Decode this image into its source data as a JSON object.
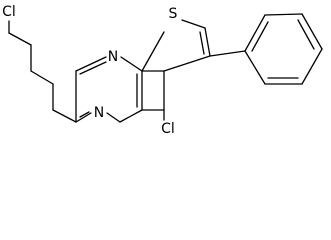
{
  "molecule": {
    "atoms": {
      "cl_top": "Cl",
      "sulfur": "S",
      "n_ring_1": "N",
      "n_ring_2": "N",
      "cl_bottom": "Cl"
    },
    "line_color": "#000000",
    "background": "#ffffff"
  }
}
